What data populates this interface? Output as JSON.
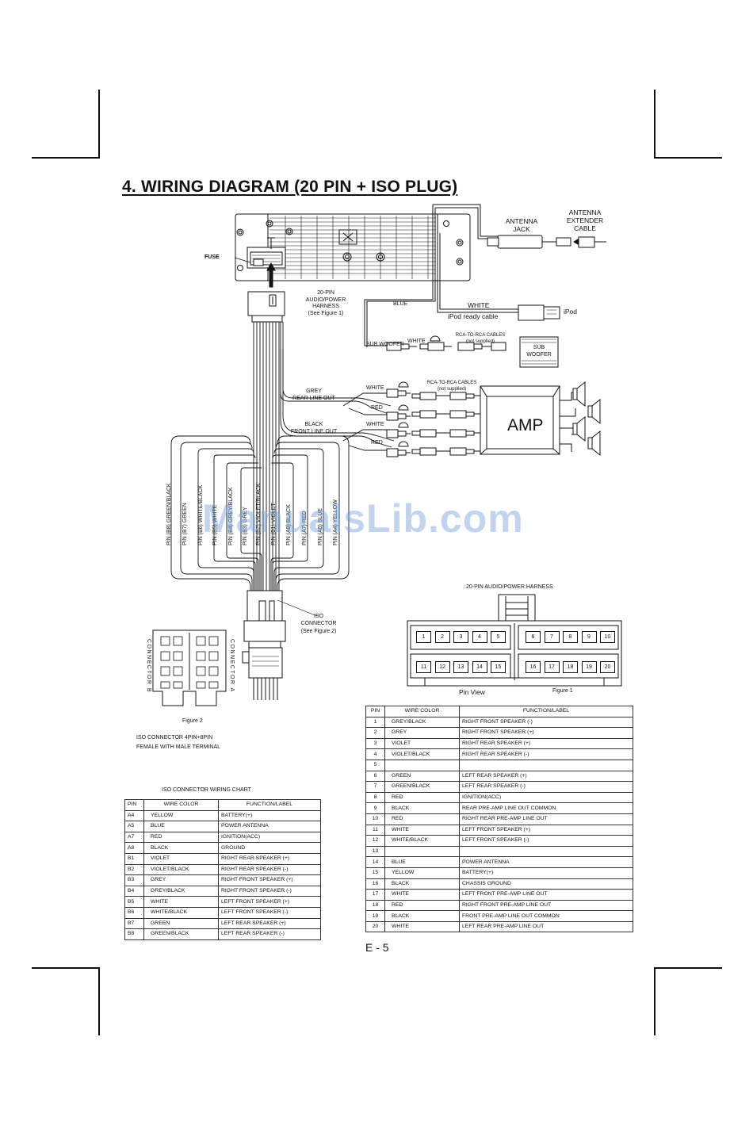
{
  "title": "4. WIRING DIAGRAM (20 PIN + ISO PLUG)",
  "watermark": "ManualsLib.com",
  "labels": {
    "fuse": "FUSE",
    "harness_20pin": [
      "20-PIN",
      "AUDIO/POWER",
      "HARNESS",
      "(See Figure 1)"
    ],
    "blue": "BLUE",
    "white": "WHITE",
    "ipod_cable": "iPod ready cable",
    "ipod": "iPod",
    "antenna_jack": [
      "ANTENNA",
      "JACK"
    ],
    "antenna_extender": [
      "ANTENNA",
      "EXTENDER",
      "CABLE"
    ],
    "sub_woofer_out": "SUB WOOFER",
    "sub_white": "WHITE",
    "rca_cables_top": [
      "RCA-TO-RCA CABLES",
      "(not supplied)"
    ],
    "sub_woofer_box": [
      "SUB",
      "WOOFER"
    ],
    "rca_cables_amp": [
      "RCA-TO-RCA CABLES",
      "(not supplied)"
    ],
    "grey_rear": [
      "GREY",
      "REAR LINE OUT"
    ],
    "black_front": [
      "BLACK",
      "FRONT LINE OUT"
    ],
    "white1": "WHITE",
    "red1": "RED",
    "white2": "WHITE",
    "red2": "RED",
    "amp": "AMP",
    "iso_connector": [
      "ISO",
      "CONNECTOR",
      "(See Figure 2)"
    ],
    "connector_b": "CONNECTOR B",
    "connector_a": "CONNECTOR A",
    "figure2": "Figure 2",
    "iso_desc": [
      "ISO CONNECTOR 4PIN+8PIN",
      "FEMALE WITH MALE TERMINAL"
    ],
    "harness_title": "20-PIN  AUDIO/POWER HARNESS",
    "pin_view": "Pin View",
    "figure1": "Figure 1",
    "page": "E - 5"
  },
  "wire_labels": [
    "PIN (B8) GREEN/BLACK",
    "PIN (B7) GREEN",
    "PIN (B6) WHITE/BLACK",
    "PIN (B5) WHITE",
    "PIN (B4) GREY/BLACK",
    "PIN (B3) GREY",
    "PIN (B2) VIOLET/BLACK",
    "PIN (B1) VIOLET",
    "PIN (A8) BLACK",
    "PIN (A7) RED",
    "PIN (A5) BLUE",
    "PIN (A4) YELLOW"
  ],
  "iso_chart": {
    "title": "ISO CONNECTOR WIRING CHART",
    "headers": [
      "PIN",
      "WIRE COLOR",
      "FUNCTION/LABEL"
    ],
    "rows": [
      [
        "A4",
        "YELLOW",
        "BATTERY(+)"
      ],
      [
        "A5",
        "BLUE",
        "POWER ANTENNA"
      ],
      [
        "A7",
        "RED",
        "IGNITION(ACC)"
      ],
      [
        "A8",
        "BLACK",
        "GROUND"
      ],
      [
        "B1",
        "VIOLET",
        "RIGHT REAR SPEAKER (+)"
      ],
      [
        "B2",
        "VIOLET/BLACK",
        "RIGHT REAR SPEAKER (-)"
      ],
      [
        "B3",
        "GREY",
        "RIGHT FRONT SPEAKER (+)"
      ],
      [
        "B4",
        "GREY/BLACK",
        "RIGHT FRONT SPEAKER (-)"
      ],
      [
        "B5",
        "WHITE",
        "LEFT FRONT SPEAKER (+)"
      ],
      [
        "B6",
        "WHITE/BLACK",
        "LEFT FRONT SPEAKER (-)"
      ],
      [
        "B7",
        "GREEN",
        "LEFT REAR SPEAKER (+)"
      ],
      [
        "B8",
        "GREEN/BLACK",
        "LEFT REAR SPEAKER (-)"
      ]
    ]
  },
  "pin20_chart": {
    "headers": [
      "PIN",
      "WIRE COLOR",
      "FUNCTION/LABEL"
    ],
    "rows": [
      [
        "1",
        "GREY/BLACK",
        "RIGHT FRONT SPEAKER (-)"
      ],
      [
        "2",
        "GREY",
        "RIGHT FRONT SPEAKER (+)"
      ],
      [
        "3",
        "VIOLET",
        "RIGHT REAR SPEAKER (+)"
      ],
      [
        "4",
        "VIOLET/BLACK",
        "RIGHT REAR SPEAKER (-)"
      ],
      [
        "5",
        "",
        ""
      ],
      [
        "6",
        "GREEN",
        "LEFT REAR SPEAKER (+)"
      ],
      [
        "7",
        "GREEN/BLACK",
        "LEFT REAR SPEAKER (-)"
      ],
      [
        "8",
        "RED",
        "IGNITION(ACC)"
      ],
      [
        "9",
        "BLACK",
        "REAR PRE-AMP LINE OUT COMMON"
      ],
      [
        "10",
        "RED",
        "RIGHT REAR PRE-AMP LINE OUT"
      ],
      [
        "11",
        "WHITE",
        "LEFT FRONT SPEAKER (+)"
      ],
      [
        "12",
        "WHITE/BLACK",
        "LEFT FRONT SPEAKER (-)"
      ],
      [
        "13",
        "",
        ""
      ],
      [
        "14",
        "BLUE",
        "POWER ANTENNA"
      ],
      [
        "15",
        "YELLOW",
        "BATTERY(+)"
      ],
      [
        "16",
        "BLACK",
        "CHASSIS GROUND"
      ],
      [
        "17",
        "WHITE",
        "LEFT FRONT PRE-AMP LINE OUT"
      ],
      [
        "18",
        "RED",
        "RIGHT FRONT PRE-AMP LINE OUT"
      ],
      [
        "19",
        "BLACK",
        "FRONT PRE-AMP LINE OUT COMMON"
      ],
      [
        "20",
        "WHITE",
        "LEFT REAR PRE-AMP LINE OUT"
      ]
    ]
  },
  "pin_numbers_top": [
    "1",
    "2",
    "3",
    "4",
    "5",
    "6",
    "7",
    "8",
    "9",
    "10"
  ],
  "pin_numbers_bottom": [
    "11",
    "12",
    "13",
    "14",
    "15",
    "16",
    "17",
    "18",
    "19",
    "20"
  ]
}
